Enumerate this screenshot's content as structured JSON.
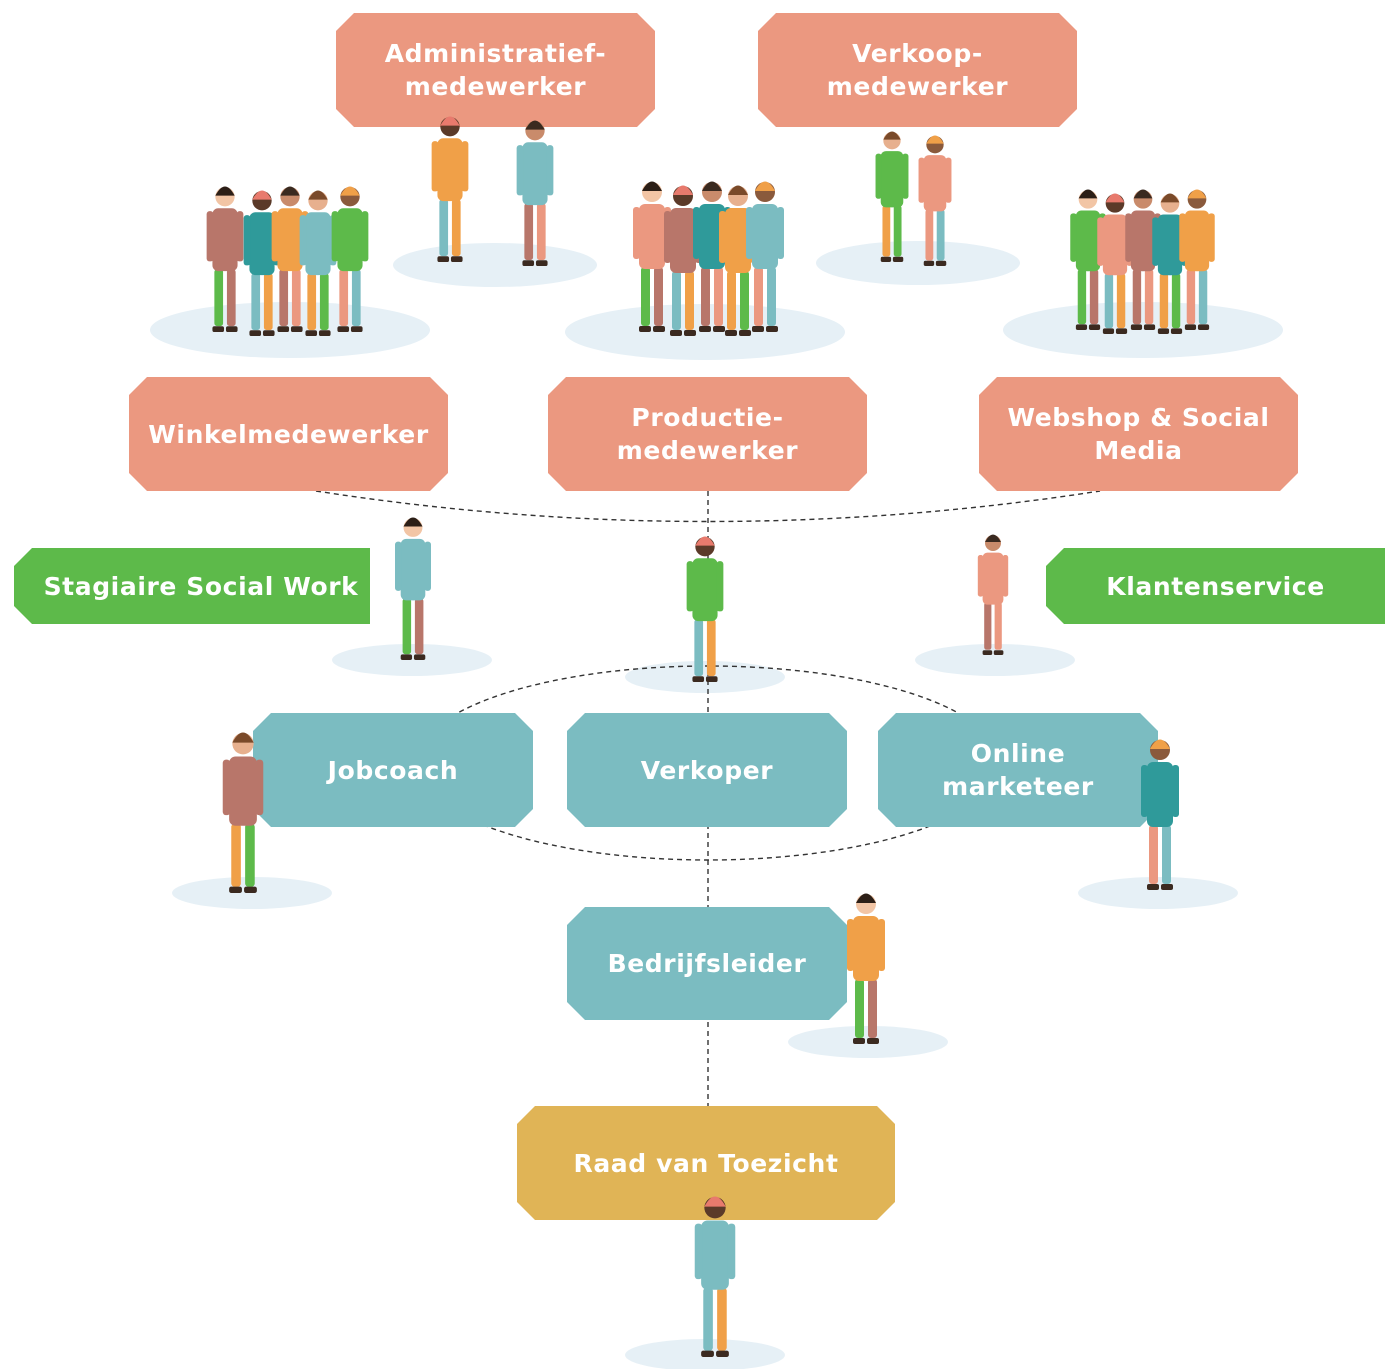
{
  "diagram": {
    "roles": {
      "administratief": "Administratief-\nmedewerker",
      "verkoop": "Verkoop-\nmedewerker",
      "winkel": "Winkelmedewerker",
      "productie": "Productie-\nmedewerker",
      "webshop": "Webshop & Social\nMedia",
      "stagiaire": "Stagiaire Social Work",
      "klantenservice": "Klantenservice",
      "jobcoach": "Jobcoach",
      "verkoper": "Verkoper",
      "online_marketeer": "Online\nmarketeer",
      "bedrijfsleider": "Bedrijfsleider",
      "raad": "Raad van Toezicht"
    },
    "colors": {
      "operational_roles": "#eb9880",
      "support_roles": "#5dba4a",
      "staff_roles": "#7bbcc1",
      "supervisory_board": "#e0b456",
      "ground_shadow": "#e6f0f6",
      "connector": "#333333"
    }
  }
}
